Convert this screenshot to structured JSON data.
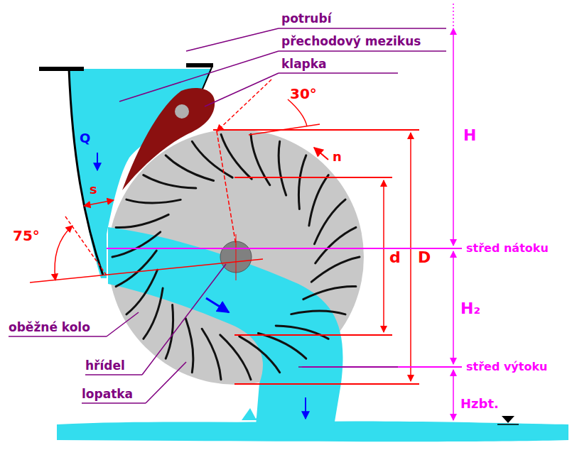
{
  "diagram": {
    "labels": [
      "potrubí",
      "přechodový mezikus",
      "klapka",
      "30°",
      "H",
      "n",
      "Q",
      "s",
      "d",
      "D",
      "75°",
      "střed nátoku",
      "oběžné kolo",
      "H₂",
      "hřídel",
      "střed výtoku",
      "lopatka",
      "Hzbt."
    ]
  }
}
